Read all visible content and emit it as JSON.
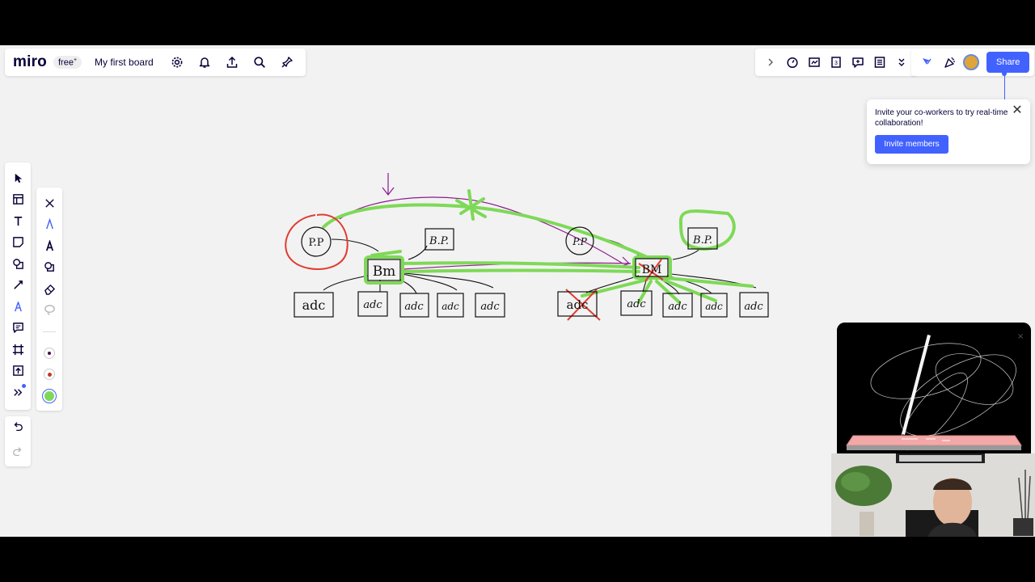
{
  "app": {
    "logo": "miro",
    "plan_badge": "free",
    "board_name": "My first board"
  },
  "top_actions": [
    "settings-icon",
    "bell-icon",
    "upload-icon",
    "search-icon",
    "integrations-icon"
  ],
  "right_toolbar": [
    "timer-icon",
    "card-icon",
    "counter-icon",
    "chat-icon",
    "notes-icon",
    "more-icon"
  ],
  "share": {
    "label": "Share"
  },
  "invite_popup": {
    "text": "Invite your co-workers to try real-time collaboration!",
    "button": "Invite members"
  },
  "left_tools": [
    "select",
    "templates",
    "text",
    "sticky-note",
    "shapes",
    "connection-line",
    "pen",
    "comment",
    "frame",
    "upload",
    "more"
  ],
  "pen_tools": [
    "close",
    "pen",
    "marker",
    "smart-drawing",
    "eraser",
    "lasso"
  ],
  "pen_colors": [
    "#4b0d4e",
    "#c0392b",
    "#7ed957"
  ],
  "colors": {
    "accent": "#4262ff",
    "green_highlight": "#7ed957",
    "red_circle": "#e03c31",
    "purple_line": "#8e1b8e"
  },
  "drawing": {
    "nodes": {
      "pp_left": "P.P",
      "bp_mid": "B.P.",
      "bm_left": "Bm",
      "pp_right": "P.P",
      "bp_right": "B.P.",
      "bm_right": "BM",
      "adc_1": "adc",
      "adc_2": "adc",
      "adc_3": "adc",
      "adc_4": "adc",
      "adc_5": "adc",
      "adc_6": "adc",
      "adc_7": "adc",
      "adc_8": "adc",
      "adc_9": "adc",
      "adc_10": "adc"
    }
  }
}
